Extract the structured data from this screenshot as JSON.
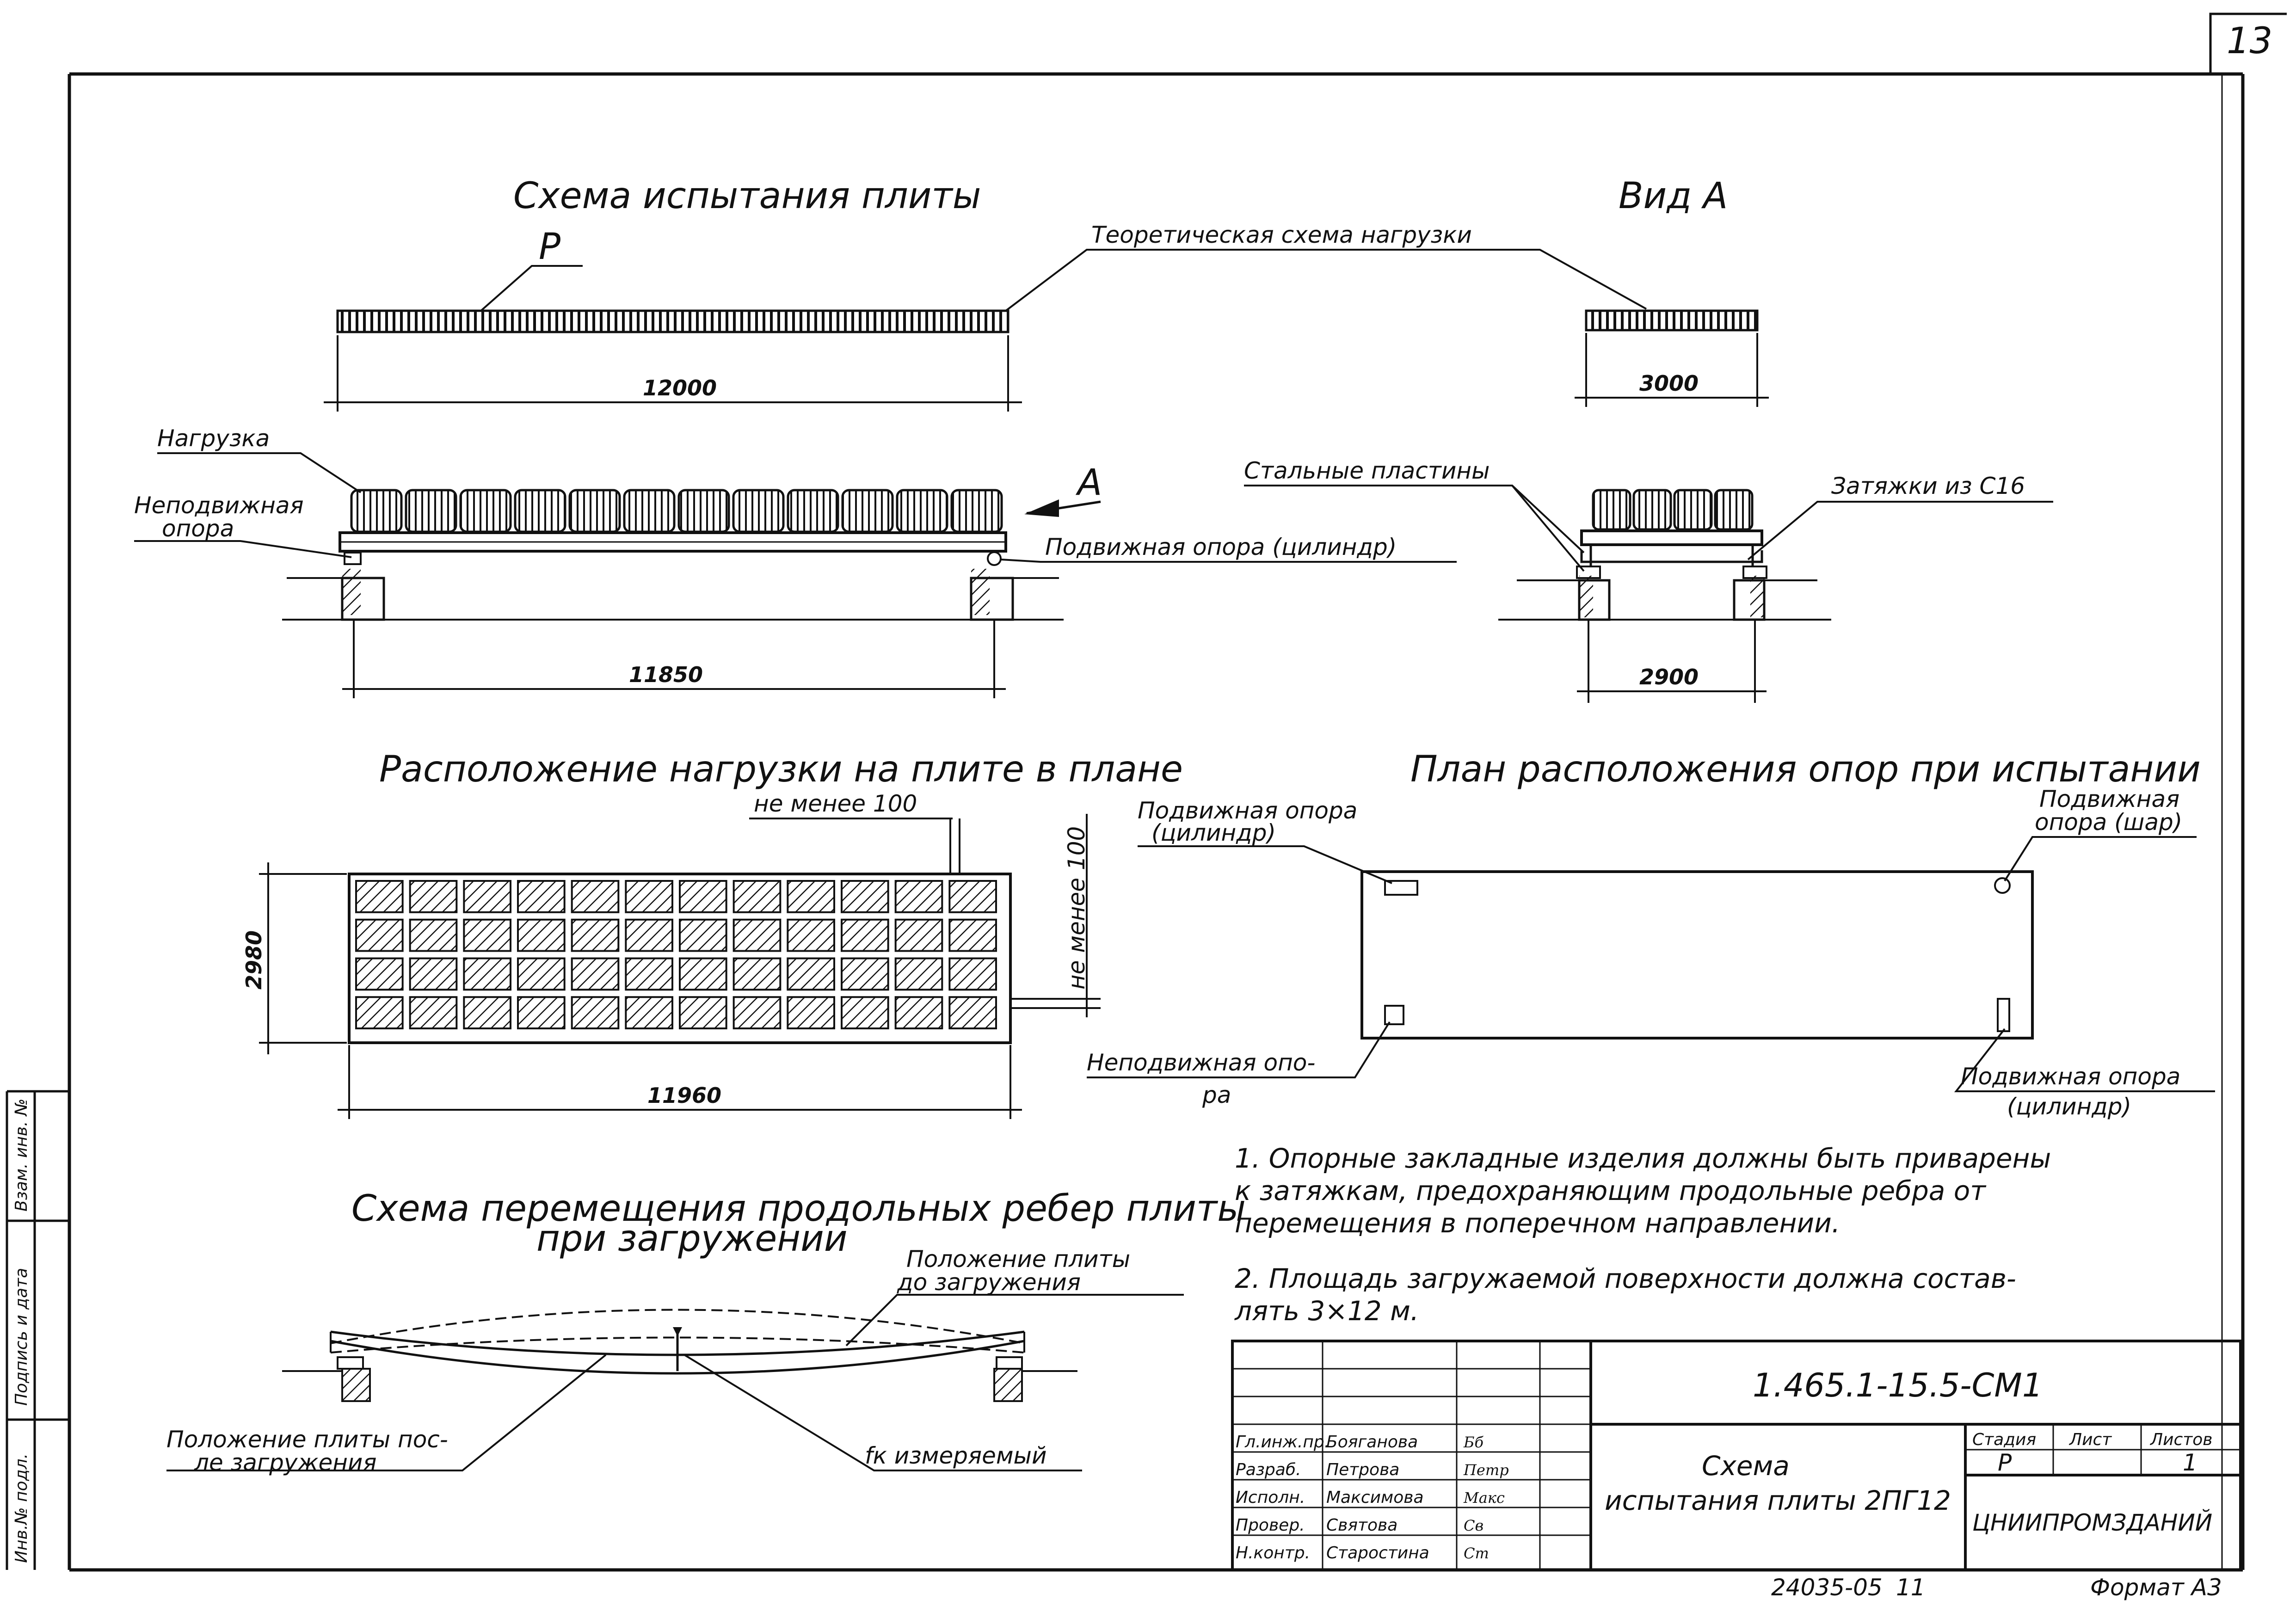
{
  "sheet_number": "13",
  "load_test": {
    "title": "Схема испытания плиты",
    "load_symbol": "P",
    "theoretical_label": "Теоретическая схема нагрузки",
    "length_dim": "12000",
    "load_label": "Нагрузка",
    "fixed_support_label": [
      "Неподвижная",
      "опора"
    ],
    "view_marker": "А",
    "movable_cylinder_label": "Подвижная опора (цилиндр)",
    "support_span_dim": "11850"
  },
  "view_a": {
    "title": "Вид А",
    "width_dim": "3000",
    "steel_plates_label": "Стальные пластины",
    "ties_label": "Затяжки из С16",
    "support_span_dim": "2900"
  },
  "load_plan": {
    "title": "Расположение нагрузки на плите в плане",
    "gap_label": "не менее 100",
    "edge_label": "не менее 100",
    "width_dim": "2980",
    "length_dim": "11960",
    "rows": 4,
    "cols": 12
  },
  "support_plan": {
    "title": "План расположения опор при испытании",
    "top_left": [
      "Подвижная опора",
      "(цилиндр)"
    ],
    "top_right": [
      "Подвижная",
      "опора (шар)"
    ],
    "bottom_left": [
      "Неподвижная опо-",
      "ра"
    ],
    "bottom_right": [
      "Подвижная опора",
      "(цилиндр)"
    ]
  },
  "displacement": {
    "title": [
      "Схема перемещения продольных ребер плиты",
      "при загружении"
    ],
    "before_label": [
      "Положение плиты",
      "до загружения"
    ],
    "after_label": [
      "Положение плиты пос-",
      "ле загружения"
    ],
    "measured_label": "fк измеряемый"
  },
  "notes": [
    "1. Опорные закладные изделия должны быть приварены",
    "к затяжкам, предохраняющим продольные ребра от",
    "перемещения в поперечном направлении.",
    "2. Площадь загружаемой поверхности должна состав-",
    "лять 3×12 м."
  ],
  "title_block": {
    "document_code": "1.465.1-15.5-СМ1",
    "drawing_title": [
      "Схема",
      "испытания плиты 2ПГ12"
    ],
    "stage_header": "Стадия",
    "sheet_header": "Лист",
    "sheets_header": "Листов",
    "stage": "Р",
    "sheet": "",
    "sheets": "1",
    "organization": "ЦНИИПРОМЗДАНИЙ",
    "roles": [
      {
        "role": "Гл.инж.пр.",
        "name": "Бояганова",
        "sign": "Бб"
      },
      {
        "role": "Разраб.",
        "name": "Петрова",
        "sign": "Петр"
      },
      {
        "role": "Исполн.",
        "name": "Максимова",
        "sign": "Макс"
      },
      {
        "role": "Провер.",
        "name": "Святова",
        "sign": "Св"
      },
      {
        "role": "Н.контр.",
        "name": "Старостина",
        "sign": "Ст"
      }
    ]
  },
  "left_strip": [
    "Инв.№ подл.",
    "Подпись и дата",
    "Взам. инв. №"
  ],
  "bottom_codes": {
    "archive": "24035-05",
    "sheet_in_set": "11",
    "format": "Формат А3"
  }
}
